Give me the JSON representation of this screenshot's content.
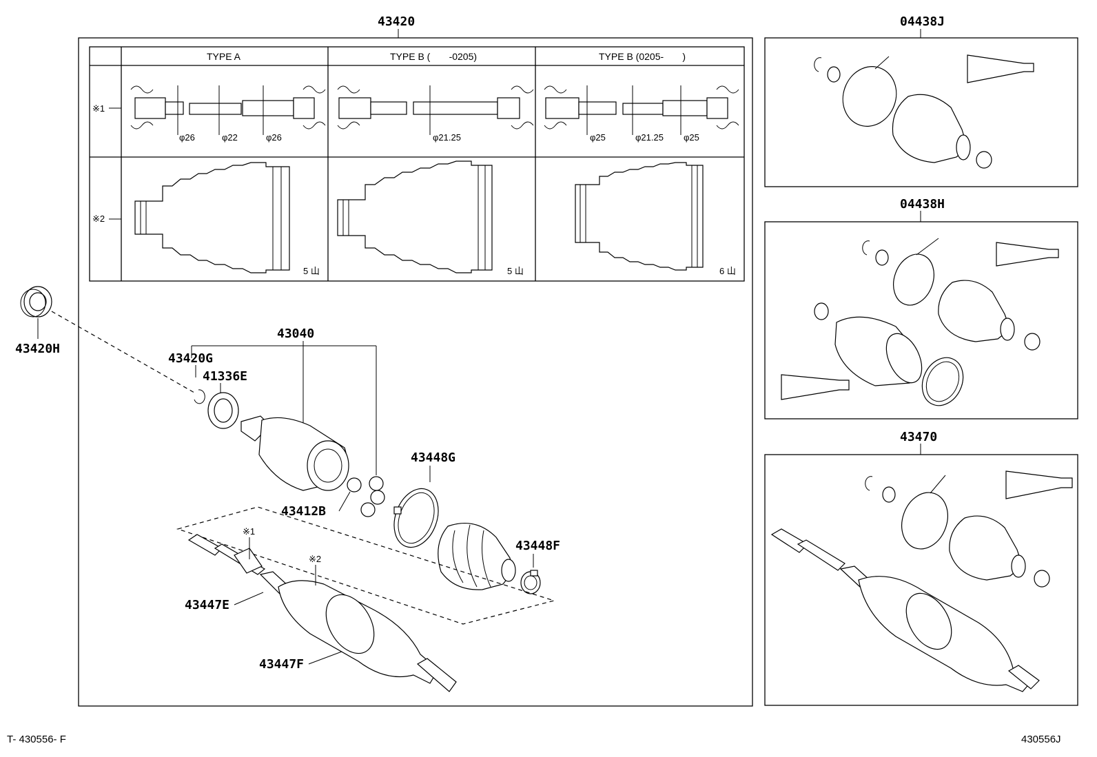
{
  "diagram": {
    "labels": {
      "main_assembly": "43420",
      "seal_left": "43420H",
      "kit_j": "04438J",
      "kit_h": "04438H",
      "outer_joint": "43470",
      "inboard_joint": "43040",
      "snap_ring": "43420G",
      "dust_seal": "41336E",
      "boot_clamp_large": "43448G",
      "boot_clamp_small": "43448F",
      "tripod": "43412B",
      "shaft": "43447E",
      "boot": "43447F"
    },
    "table": {
      "headers": [
        "TYPE A",
        "TYPE B (       -0205)",
        "TYPE B (0205-       )"
      ],
      "row_markers": [
        "※1",
        "※2"
      ],
      "type_a_diameters": [
        "φ26",
        "φ22",
        "φ26"
      ],
      "type_b1_diameters": [
        "φ21.25"
      ],
      "type_b2_diameters": [
        "φ25",
        "φ21.25",
        "φ25"
      ],
      "boot_counts": [
        "5 山",
        "5 山",
        "6 山"
      ]
    },
    "callouts": {
      "marker_1": "※1",
      "marker_2": "※2"
    },
    "footer": {
      "left": "T- 430556- F",
      "right": "430556J"
    }
  }
}
